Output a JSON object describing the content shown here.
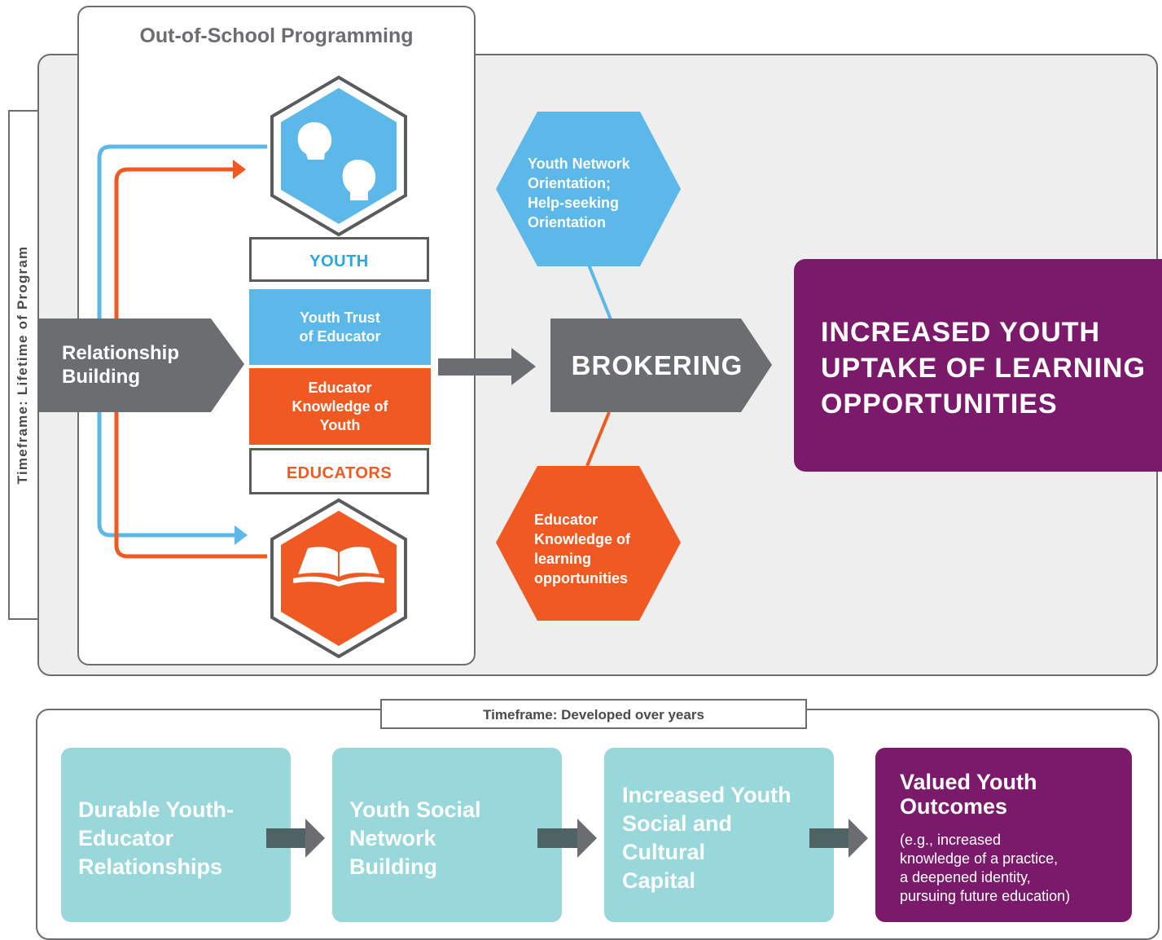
{
  "diagram": {
    "program_title": "Out-of-School Programming",
    "lifetime_label": "Timeframe: Lifetime of Program",
    "relationship_building": [
      "Relationship",
      "Building"
    ],
    "youth_label": "YOUTH",
    "educators_label": "EDUCATORS",
    "youth_trust": [
      "Youth Trust",
      "of Educator"
    ],
    "educator_knowledge_youth": [
      "Educator",
      "Knowledge of",
      "Youth"
    ],
    "brokering": "BROKERING",
    "youth_network": [
      "Youth Network",
      "Orientation;",
      "Help-seeking",
      "Orientation"
    ],
    "educator_learning": [
      "Educator",
      "Knowledge of",
      "learning",
      "opportunities"
    ],
    "outcome": [
      "INCREASED YOUTH",
      "UPTAKE OF LEARNING",
      "OPPORTUNITIES"
    ],
    "years_label": "Timeframe: Developed over years",
    "stage1": [
      "Durable Youth-",
      "Educator",
      "Relationships"
    ],
    "stage2": [
      "Youth Social",
      "Network",
      "Building"
    ],
    "stage3": [
      "Increased Youth",
      "Social and",
      "Cultural",
      "Capital"
    ],
    "stage4_title": [
      "Valued Youth",
      "Outcomes"
    ],
    "stage4_desc": [
      "(e.g., increased",
      "knowledge of a practice,",
      "a deepened identity,",
      "pursuing future education)"
    ]
  },
  "colors": {
    "blue": "#5bb8e8",
    "orange": "#f05a22",
    "gray": "#6b6d71",
    "purple": "#7b1a6b",
    "teal": "#98d7da",
    "panel": "#eeeeee"
  },
  "icons": [
    "youth-heads-icon",
    "open-book-icon"
  ]
}
